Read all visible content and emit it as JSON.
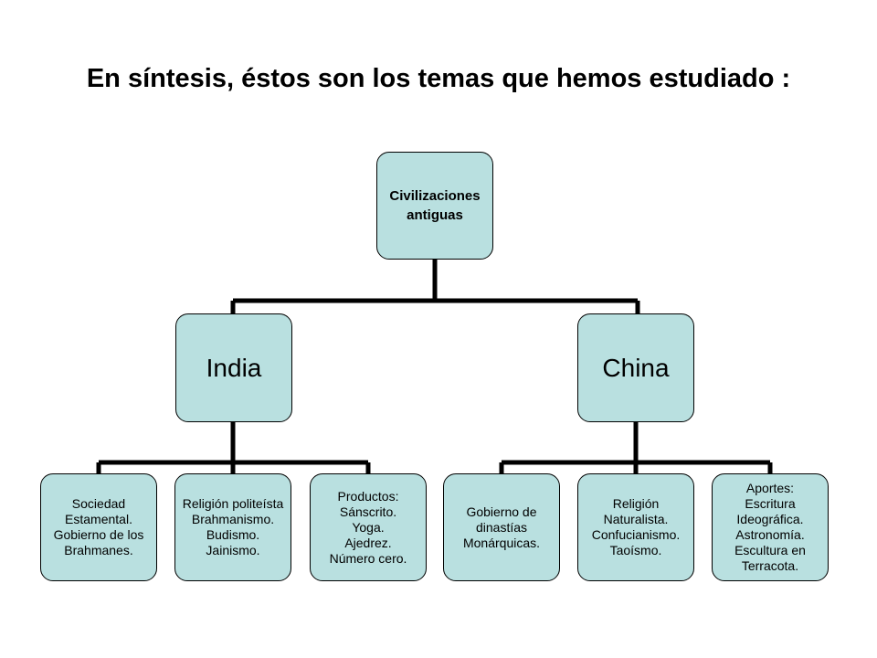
{
  "slide": {
    "title": "En síntesis, éstos son los temas que hemos estudiado :"
  },
  "diagram": {
    "root": "Civilizaciones\nantiguas",
    "india": {
      "label": "India",
      "children": [
        "Sociedad\nEstamental.\nGobierno de los\nBrahmanes.",
        "Religión politeísta\nBrahmanismo.\nBudismo.\nJainismo.",
        "Productos:\nSánscrito.\nYoga.\nAjedrez.\nNúmero cero."
      ]
    },
    "china": {
      "label": "China",
      "children": [
        "Gobierno de\ndinastías\nMonárquicas.",
        "Religión\nNaturalista.\nConfucianismo.\nTaoísmo.",
        "Aportes:\nEscritura\nIdeográfica.\nAstronomía.\nEscultura en\nTerracota."
      ]
    }
  },
  "colors": {
    "node_fill": "#b9e0e0",
    "connector": "#000000"
  }
}
